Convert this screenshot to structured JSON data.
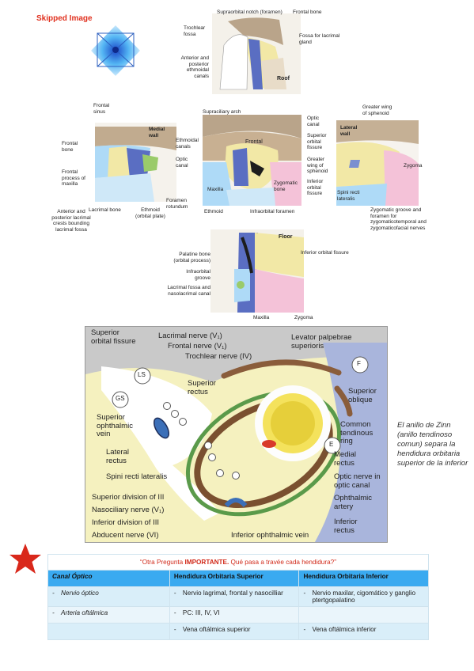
{
  "skipped_label": "Skipped Image",
  "roof": {
    "labels": {
      "supraorbital_notch": "Supraorbital notch (foramen)",
      "frontal_bone": "Frontal bone",
      "trochlear_fossa": "Trochlear fossa",
      "fossa_lacrimal": "Fossa for lacrimal gland",
      "ethmoidal_canals": "Anterior and posterior ethmoidal canals",
      "roof": "Roof"
    }
  },
  "medial": {
    "labels": {
      "frontal_sinus": "Frontal sinus",
      "medial_wall": "Medial wall",
      "frontal_bone": "Frontal bone",
      "ethmoidal_canals": "Ethmoidal canals",
      "optic_canal": "Optic canal",
      "frontal_process": "Frontal process of maxilla",
      "lacrimal_bone": "Lacrimal bone",
      "crests": "Anterior and posterior lacrimal crests bounding lacrimal fossa",
      "ethmoid": "Ethmoid (orbital plate)",
      "foramen_rotundum": "Foramen rotundum"
    }
  },
  "front": {
    "labels": {
      "supraciliary": "Supraciliary arch",
      "optic_canal": "Optic canal",
      "superior_fissure": "Superior orbital fissure",
      "frontal": "Frontal",
      "greater_wing": "Greater wing of sphenoid",
      "zygomatic_bone": "Zygomatic bone",
      "inferior_fissure": "Inferior orbital fissure",
      "maxilla": "Maxilla",
      "ethmoid": "Ethmoid",
      "infraorbital_foramen": "Infraorbital foramen"
    }
  },
  "lateral": {
    "labels": {
      "greater_wing": "Greater wing of sphenoid",
      "lateral_wall": "Lateral wall",
      "zygoma": "Zygoma",
      "spini": "Spini recti lateralis",
      "groove": "Zygomatic groove and foramen for zygomaticotemporal and zygomaticofacial nerves"
    }
  },
  "floor": {
    "labels": {
      "floor": "Floor",
      "palatine": "Palatine bone (orbital process)",
      "inferior_fissure": "Inferior orbital fissure",
      "infraorbital_groove": "Infraorbital groove",
      "lacrimal_fossa": "Lacrimal fossa and nasolacrimal canal",
      "maxilla": "Maxilla",
      "zygoma": "Zygoma"
    }
  },
  "zinn": {
    "labels": {
      "superior_orbital_fissure": "Superior orbital fissure",
      "lacrimal_nerve": "Lacrimal nerve (V₁)",
      "frontal_nerve": "Frontal nerve (V₁)",
      "trochlear_nerve": "Trochlear nerve (IV)",
      "levator": "Levator palpebrae superioris",
      "ls": "LS",
      "gs": "GS",
      "f": "F",
      "e": "E",
      "superior_rectus": "Superior rectus",
      "superior_oblique": "Superior oblique",
      "superior_ophthalmic_vein": "Superior ophthalmic vein",
      "common_ring": "Common tendinous ring",
      "lateral_rectus": "Lateral rectus",
      "medial_rectus": "Medial rectus",
      "spini": "Spini recti lateralis",
      "optic_nerve": "Optic nerve in optic canal",
      "superior_division": "Superior division of III",
      "ophthalmic_artery": "Ophthalmic artery",
      "nasociliary": "Nasociliary nerve (V₁)",
      "inferior_division": "Inferior division of III",
      "inferior_rectus": "Inferior rectus",
      "abducent": "Abducent nerve (VI)",
      "inferior_ophthalmic_vein": "Inferior ophthalmic vein"
    }
  },
  "side_note": "El anillo de Zinn (anillo tendinoso comun) separa la hendidura orbitaria superior de la inferior",
  "table": {
    "title_pre": "“Otra Pregunta ",
    "title_bold": "IMPORTANTE.",
    "title_post": " Qué pasa a travée cada hendidura?”",
    "headers": [
      "Canal Óptico",
      "Hendidura Orbitaria Superior",
      "Hendidura Orbitaria Inferior"
    ],
    "rows": [
      [
        "Nervio óptico",
        "Nervio lagrimal, frontal y nasocilliar",
        "Nervio maxilar, cigomático y ganglio ptertgopalatino"
      ],
      [
        "Arteria oftálmica",
        "PC: III, IV, VI",
        ""
      ],
      [
        "",
        "Vena oftálmica superior",
        "Vena oftálmica inferior"
      ]
    ]
  },
  "colors": {
    "star": "#d9281b",
    "table_header": "#3aaaf0",
    "table_row": "#d9eef9",
    "skipped_text": "#e0301e"
  }
}
